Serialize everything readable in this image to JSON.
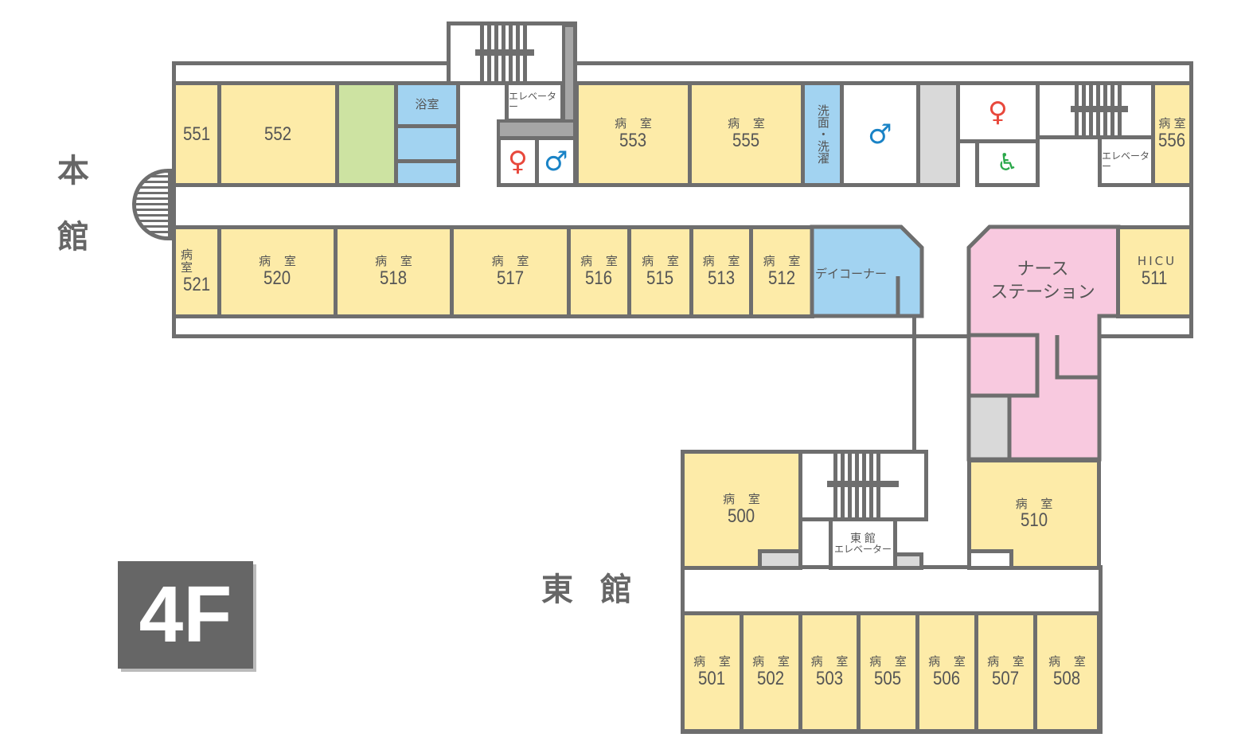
{
  "buildings": {
    "main": "本館",
    "main_chars": [
      "本",
      "館"
    ],
    "east": "東 館"
  },
  "floor": "4F",
  "room_label": "病 室",
  "rooms": {
    "r551": "551",
    "r552": "552",
    "bath": "浴室",
    "elevator": "エレベーター",
    "r553": "553",
    "r555": "555",
    "washroom": "洗面・洗濯",
    "r556": "556",
    "r521": "521",
    "r520": "520",
    "r518": "518",
    "r517": "517",
    "r516": "516",
    "r515": "515",
    "r513": "513",
    "r512": "512",
    "day_corner": "デイコーナー",
    "nurse_station_1": "ナース",
    "nurse_station_2": "ステーション",
    "hicu": "HICU",
    "r511": "511",
    "r510": "510",
    "r500": "500",
    "east_elevator_1": "東 館",
    "east_elevator_2": "エレベーター",
    "r501": "501",
    "r502": "502",
    "r503": "503",
    "r505": "505",
    "r506": "506",
    "r507": "507",
    "r508": "508"
  },
  "icons": {
    "female": "female-toilet-icon",
    "male": "male-toilet-icon",
    "accessible": "wheelchair-icon"
  },
  "colors": {
    "patient_room": "#fdeba8",
    "water": "#a2d3f1",
    "nurse": "#f8c9df",
    "green": "#cde3a2",
    "wall": "#6e6e6e",
    "female": "#e8483c",
    "male": "#1a83c6",
    "accessible": "#2aa84a"
  }
}
